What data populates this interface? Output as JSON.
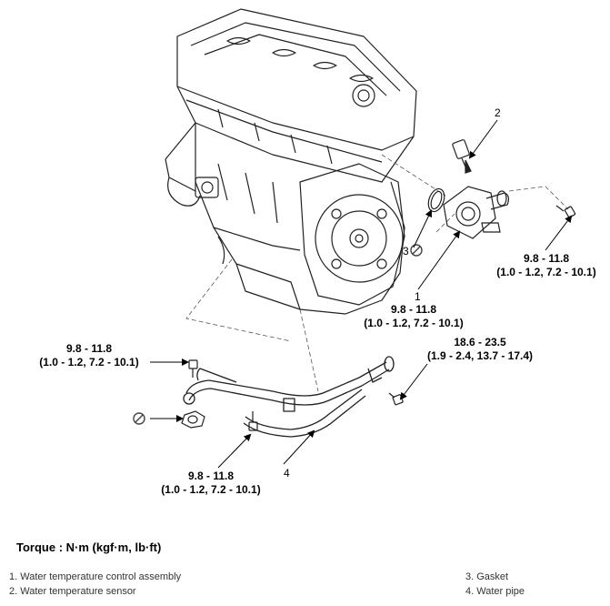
{
  "torque": {
    "title": "Torque : N·m (kgf·m, lb·ft)",
    "upper_right": {
      "line1": "9.8 - 11.8",
      "line2": "(1.0 - 1.2, 7.2 - 10.1)"
    },
    "middle": {
      "line1": "9.8 - 11.8",
      "line2": "(1.0 - 1.2, 7.2 - 10.1)"
    },
    "left_bolt": {
      "line1": "9.8 - 11.8",
      "line2": "(1.0 - 1.2, 7.2 - 10.1)"
    },
    "right_bolt": {
      "line1": "18.6 - 23.5",
      "line2": "(1.9 - 2.4, 13.7 - 17.4)"
    },
    "bottom": {
      "line1": "9.8 - 11.8",
      "line2": "(1.0 - 1.2, 7.2 - 10.1)"
    }
  },
  "callouts": {
    "c1": "1",
    "c2": "2",
    "c3": "3",
    "c4": "4"
  },
  "legend": {
    "items": [
      "1. Water temperature control assembly",
      "2. Water temperature sensor",
      "3. Gasket",
      "4. Water pipe"
    ]
  }
}
